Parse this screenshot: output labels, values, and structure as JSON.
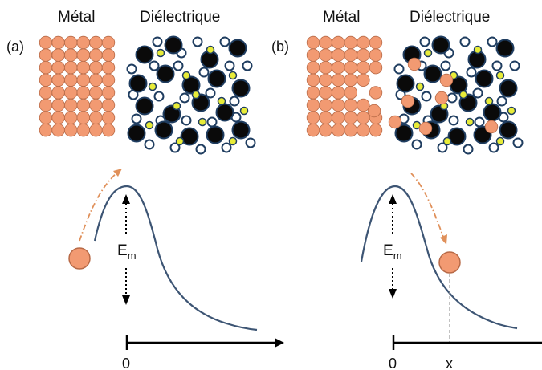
{
  "panels": [
    {
      "tag": "(a)",
      "metal_label": "Métal",
      "dielectric_label": "Diélectrique",
      "energy_symbol": "E",
      "energy_subscript": "m",
      "axis_origin": "0"
    },
    {
      "tag": "(b)",
      "metal_label": "Métal",
      "dielectric_label": "Diélectrique",
      "energy_symbol": "E",
      "energy_subscript": "m",
      "axis_origin": "0",
      "position_label": "x"
    }
  ],
  "colors": {
    "metal_atom": "#f29a72",
    "metal_atom_stroke": "#b86a47",
    "dielectric_dark": "#0a0a0a",
    "dielectric_ring": "#1f3d60",
    "small_yellow": "#e8ec38",
    "small_white": "#ffffff",
    "curve": "#3d5574",
    "trajectory": "#e0905a",
    "axis": "#000000",
    "guide": "#999999"
  }
}
